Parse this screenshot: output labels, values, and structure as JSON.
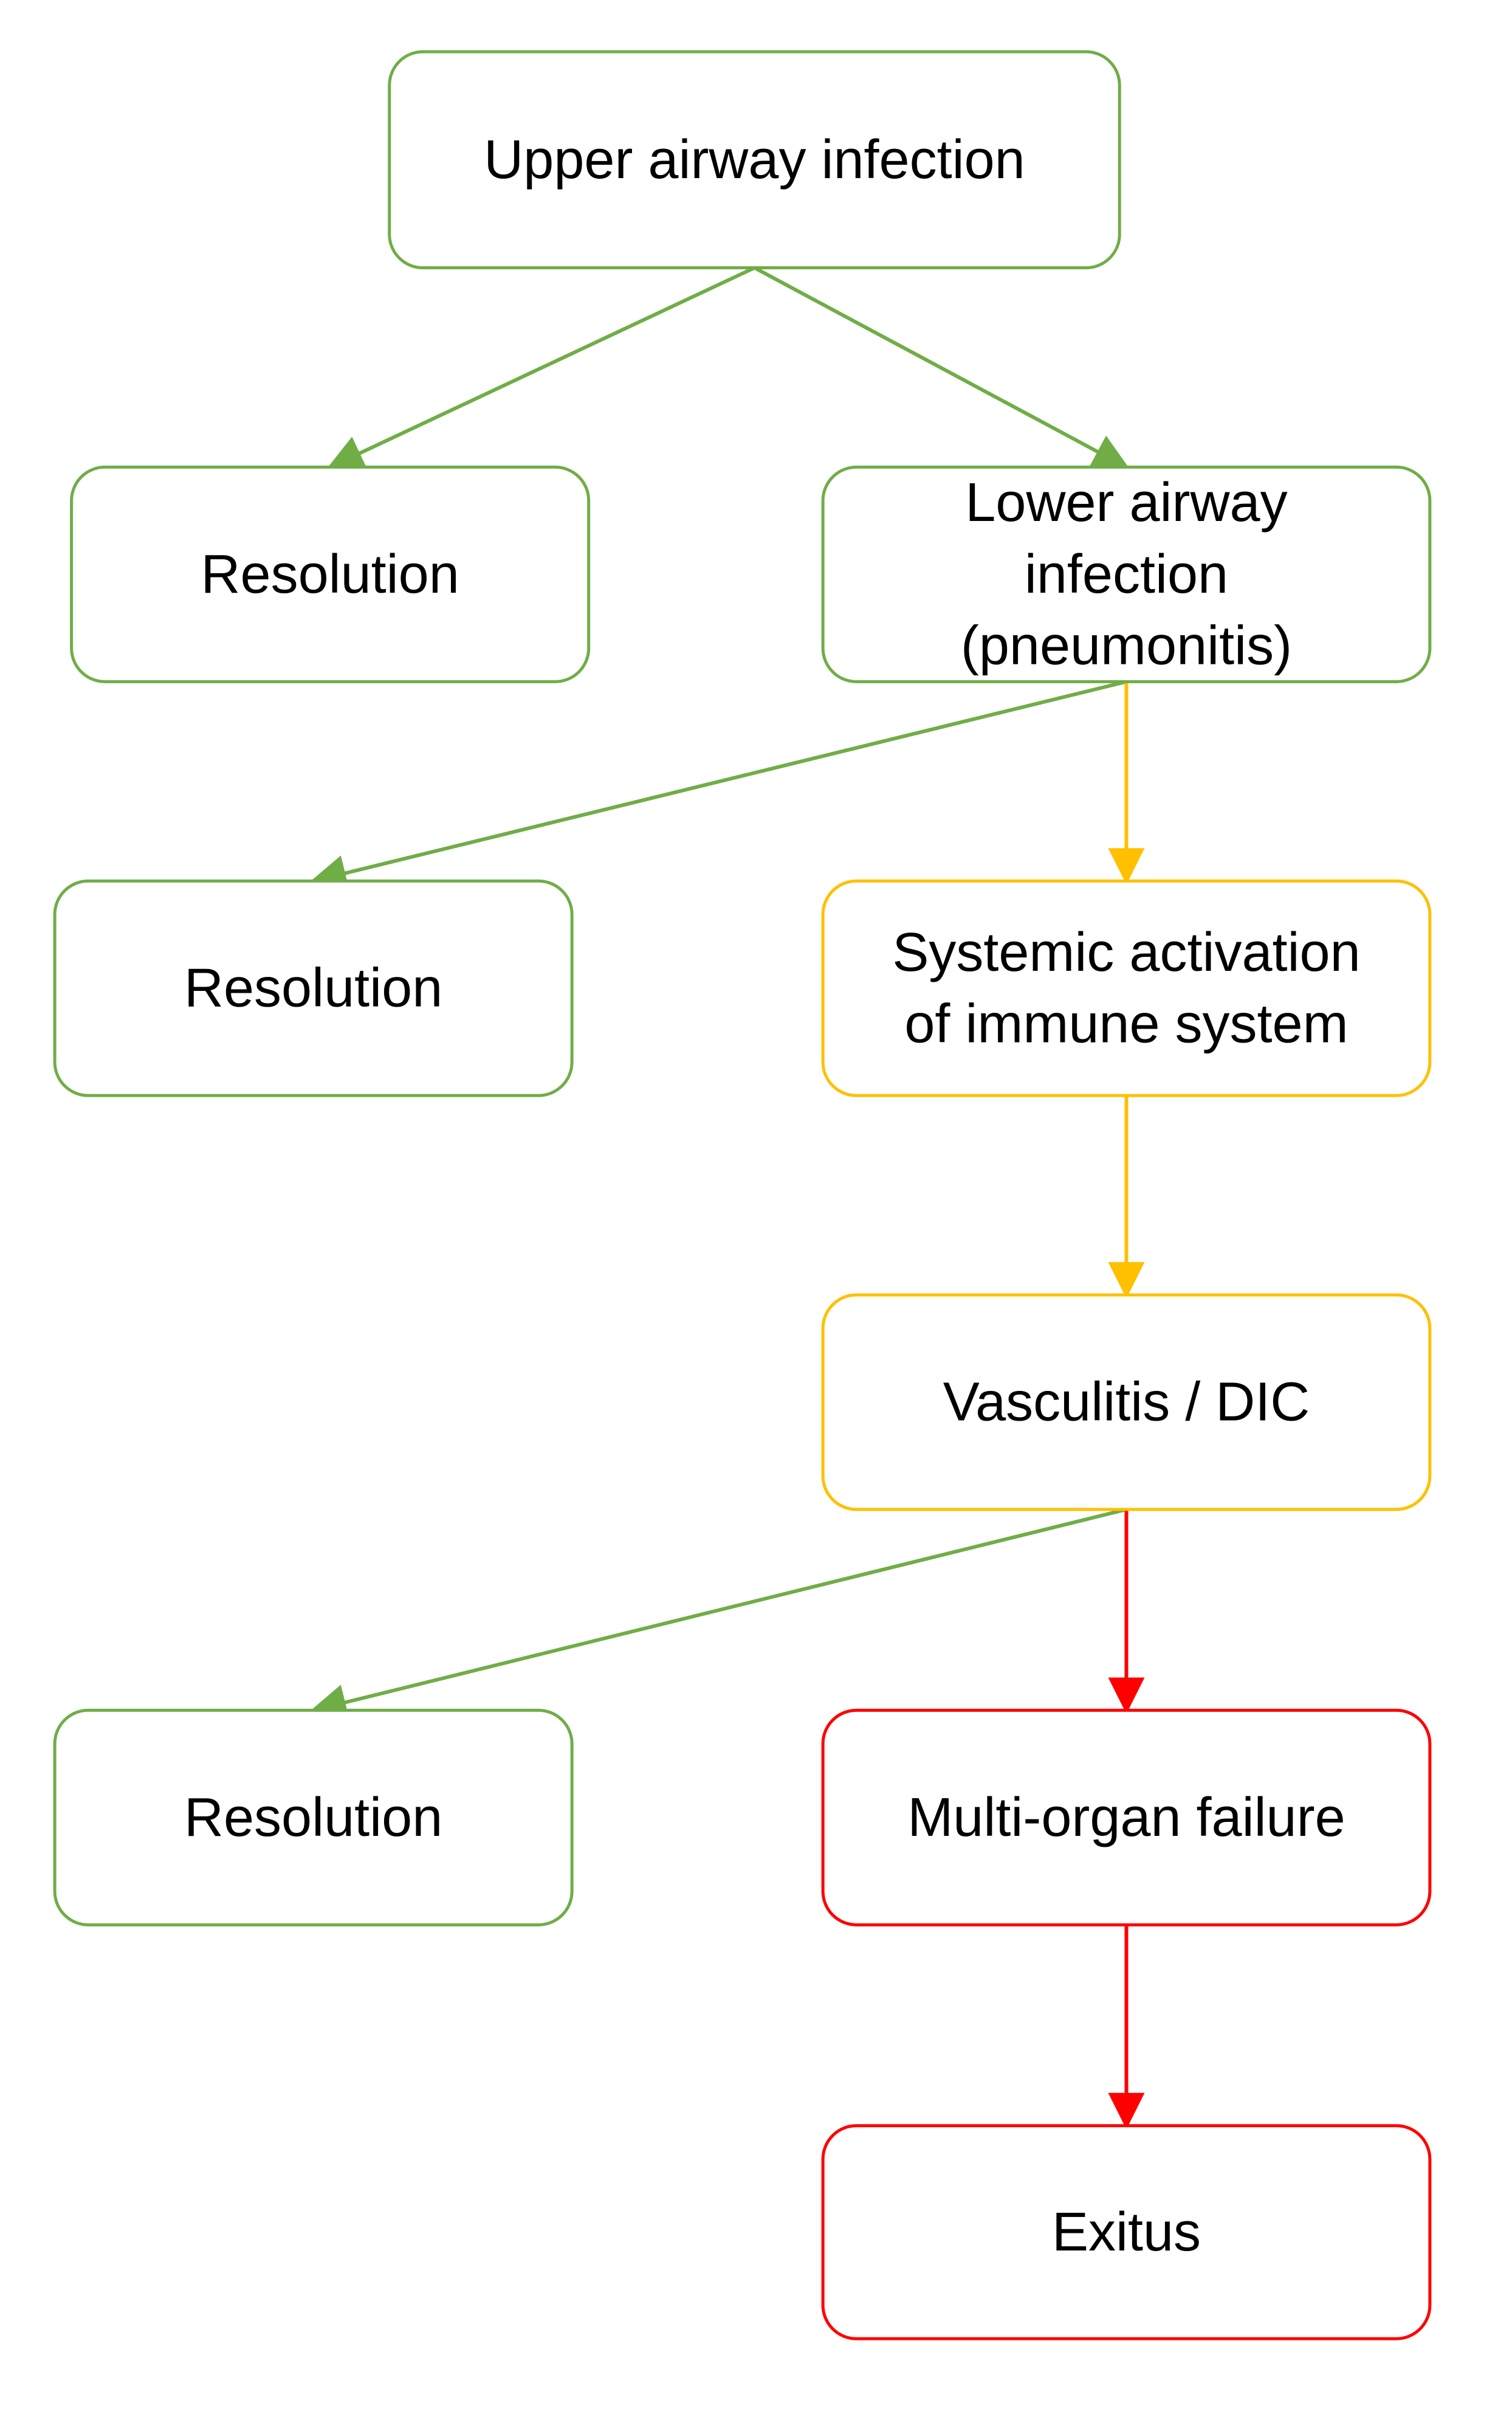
{
  "colors": {
    "green": "#70AD47",
    "yellow": "#FFC000",
    "red": "#FF0000",
    "text": "#000000",
    "background": "#FFFFFF"
  },
  "nodes": {
    "upper_airway": {
      "lines": [
        "Upper airway infection"
      ],
      "color": "green"
    },
    "resolution_1": {
      "lines": [
        "Resolution"
      ],
      "color": "green"
    },
    "lower_airway": {
      "lines": [
        "Lower airway",
        "infection",
        "(pneumonitis)"
      ],
      "color": "green"
    },
    "resolution_2": {
      "lines": [
        "Resolution"
      ],
      "color": "green"
    },
    "systemic_activation": {
      "lines": [
        "Systemic activation",
        "of immune system"
      ],
      "color": "yellow"
    },
    "vasculitis": {
      "lines": [
        "Vasculitis / DIC"
      ],
      "color": "yellow"
    },
    "resolution_3": {
      "lines": [
        "Resolution"
      ],
      "color": "green"
    },
    "multi_organ_failure": {
      "lines": [
        "Multi-organ failure"
      ],
      "color": "red"
    },
    "exitus": {
      "lines": [
        "Exitus"
      ],
      "color": "red"
    }
  },
  "edges": [
    {
      "from": "upper_airway",
      "to": "resolution_1",
      "color": "green"
    },
    {
      "from": "upper_airway",
      "to": "lower_airway",
      "color": "green"
    },
    {
      "from": "lower_airway",
      "to": "resolution_2",
      "color": "green"
    },
    {
      "from": "lower_airway",
      "to": "systemic_activation",
      "color": "yellow"
    },
    {
      "from": "systemic_activation",
      "to": "vasculitis",
      "color": "yellow"
    },
    {
      "from": "vasculitis",
      "to": "resolution_3",
      "color": "green"
    },
    {
      "from": "vasculitis",
      "to": "multi_organ_failure",
      "color": "red"
    },
    {
      "from": "multi_organ_failure",
      "to": "exitus",
      "color": "red"
    }
  ]
}
